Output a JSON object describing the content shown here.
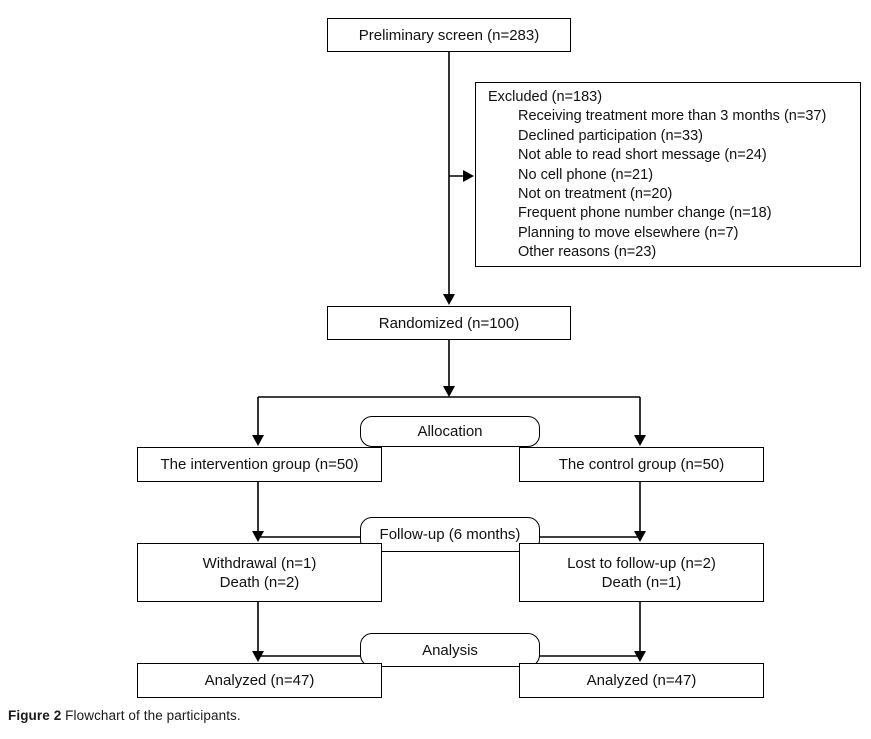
{
  "nodes": {
    "preliminary": "Preliminary screen (n=283)",
    "excluded_title": "Excluded (n=183)",
    "excluded_items": [
      "Receiving treatment more than 3 months (n=37)",
      "Declined participation (n=33)",
      "Not able to read short message (n=24)",
      "No cell phone (n=21)",
      "Not on treatment (n=20)",
      "Frequent phone number change (n=18)",
      "Planning to move elsewhere (n=7)",
      "Other reasons (n=23)"
    ],
    "randomized": "Randomized (n=100)",
    "allocation": "Allocation",
    "intervention_group": "The intervention group (n=50)",
    "control_group": "The control group (n=50)",
    "followup": "Follow-up (6 months)",
    "withdrawal_line1": "Withdrawal (n=1)",
    "withdrawal_line2": "Death (n=2)",
    "lost_line1": "Lost to follow-up (n=2)",
    "lost_line2": "Death (n=1)",
    "analysis": "Analysis",
    "analyzed_left": "Analyzed (n=47)",
    "analyzed_right": "Analyzed (n=47)"
  },
  "caption": {
    "bold": "Figure 2",
    "rest": " Flowchart of the participants."
  },
  "colors": {
    "line": "#000000",
    "background": "#ffffff",
    "box_fill": "#ffffff"
  }
}
